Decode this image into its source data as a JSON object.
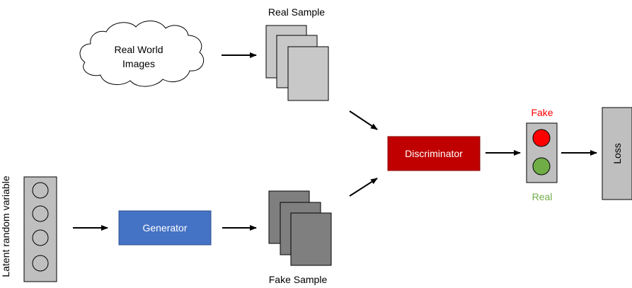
{
  "labels": {
    "real_world": [
      "Real World",
      "Images"
    ],
    "real_sample": "Real Sample",
    "fake_sample": "Fake Sample",
    "latent": "Latent random variable",
    "generator": "Generator",
    "discriminator": "Discriminator",
    "fake": "Fake",
    "real": "Real",
    "loss": "Loss"
  },
  "colors": {
    "generator_fill": "#4472c4",
    "discriminator_fill": "#c00000",
    "fake_light": "#ff0000",
    "real_light": "#70ad47",
    "fake_text": "#ff0000",
    "real_text": "#70ad47",
    "real_sample_fill": "#c8c8c8",
    "fake_sample_fill": "#7f7f7f",
    "panel_fill": "#bfbfbf"
  }
}
